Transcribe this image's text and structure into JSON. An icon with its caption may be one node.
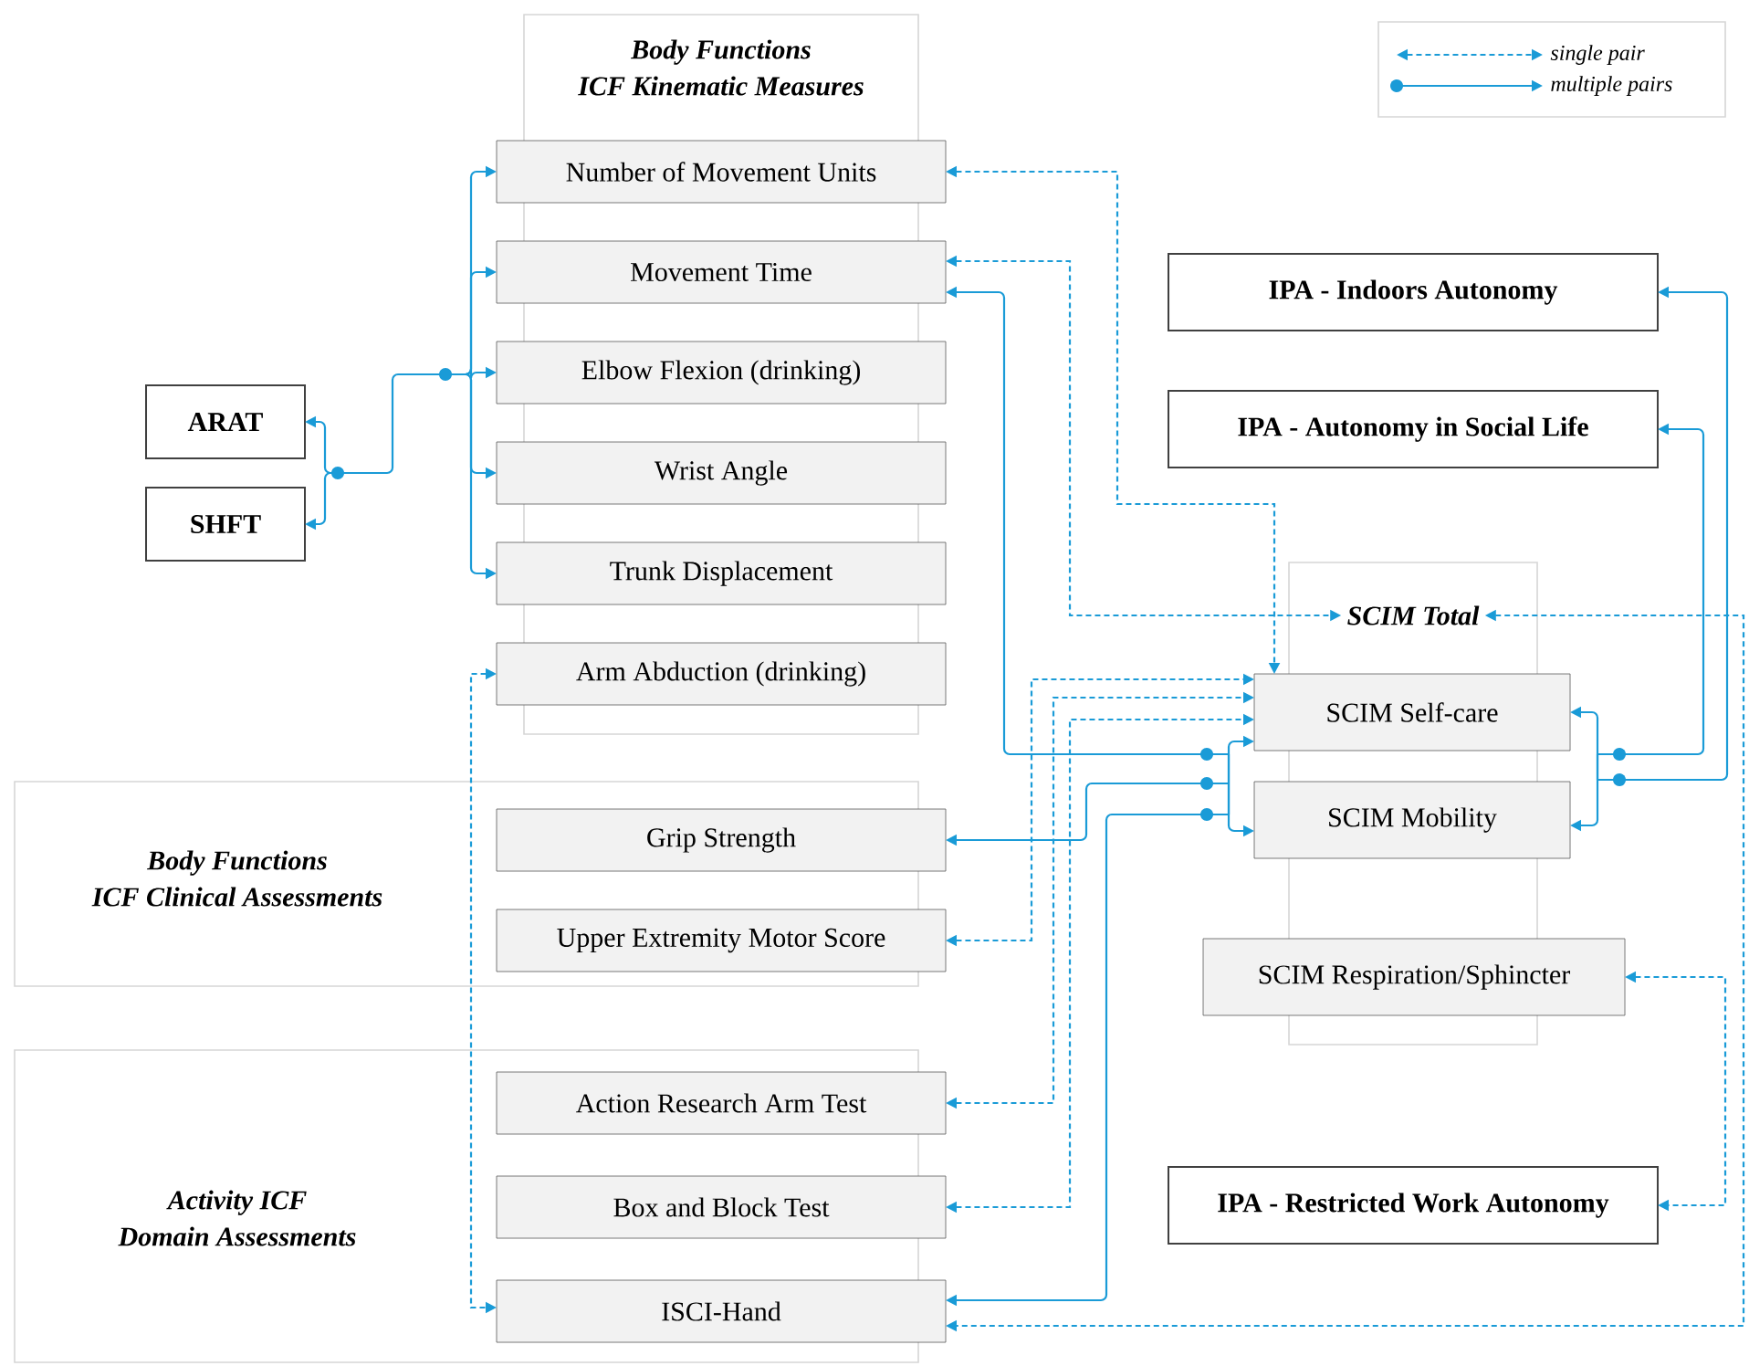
{
  "diagram": {
    "nodes": [
      {
        "text": [
          "Body Functions ICF Kinematic Measures"
        ]
      },
      {
        "text": [
          "Number of Movement Units"
        ]
      },
      {
        "text": [
          "Movement Time"
        ]
      },
      {
        "text": [
          "Elbow Flexion (drinking)"
        ]
      },
      {
        "text": [
          "Wrist Angle"
        ]
      },
      {
        "text": [
          "Trunk Displacement"
        ]
      },
      {
        "text": [
          "Arm Abduction (drinking)"
        ]
      },
      {
        "text": [
          "ARAT"
        ]
      },
      {
        "text": [
          "SHFT"
        ]
      },
      {
        "text": [
          "Body Functions ICF Clinical Assessments"
        ]
      },
      {
        "text": [
          "Grip Strength"
        ]
      },
      {
        "text": [
          "Upper Extremity Motor Score"
        ]
      },
      {
        "text": [
          "Activity ICF Domain Assessments"
        ]
      },
      {
        "text": [
          "Action Research Arm Test"
        ]
      },
      {
        "text": [
          "Box and Block Test"
        ]
      },
      {
        "text": [
          "ISCI-Hand"
        ]
      },
      {
        "text": [
          "IPA - Indoors Autonomy"
        ]
      },
      {
        "text": [
          "IPA - Autonomy in Social Life"
        ]
      },
      {
        "text": [
          "SCIM Total"
        ]
      },
      {
        "text": [
          "SCIM Self-care"
        ]
      },
      {
        "text": [
          "SCIM Mobility"
        ]
      },
      {
        "text": [
          "SCIM Respiration/Sphincter"
        ]
      },
      {
        "text": [
          "IPA - Restricted Work Autonomy"
        ]
      }
    ],
    "edges": [
      {
        "from": 7,
        "to": 1,
        "arrow": "both"
      },
      {
        "from": 7,
        "to": 2,
        "arrow": "both"
      },
      {
        "from": 7,
        "to": 3,
        "arrow": "both"
      },
      {
        "from": 7,
        "to": 4,
        "arrow": "both"
      },
      {
        "from": 7,
        "to": 5,
        "arrow": "both"
      },
      {
        "from": 8,
        "to": 1,
        "arrow": "both"
      },
      {
        "from": 8,
        "to": 2,
        "arrow": "both"
      },
      {
        "from": 8,
        "to": 3,
        "arrow": "both"
      },
      {
        "from": 8,
        "to": 4,
        "arrow": "both"
      },
      {
        "from": 8,
        "to": 5,
        "arrow": "both"
      },
      {
        "from": 1,
        "to": 19,
        "arrow": "both",
        "style": "dashed"
      },
      {
        "from": 2,
        "to": 18,
        "arrow": "both",
        "style": "dashed"
      },
      {
        "from": 2,
        "to": 19,
        "arrow": "both"
      },
      {
        "from": 2,
        "to": 20,
        "arrow": "both"
      },
      {
        "from": 10,
        "to": 19,
        "arrow": "both"
      },
      {
        "from": 10,
        "to": 20,
        "arrow": "both"
      },
      {
        "from": 15,
        "to": 19,
        "arrow": "both"
      },
      {
        "from": 15,
        "to": 20,
        "arrow": "both"
      },
      {
        "from": 11,
        "to": 19,
        "arrow": "both",
        "style": "dashed"
      },
      {
        "from": 13,
        "to": 19,
        "arrow": "both",
        "style": "dashed"
      },
      {
        "from": 14,
        "to": 19,
        "arrow": "both",
        "style": "dashed"
      },
      {
        "from": 18,
        "to": 15,
        "arrow": "both",
        "style": "dashed"
      },
      {
        "from": 6,
        "to": 15,
        "arrow": "both",
        "style": "dashed"
      },
      {
        "from": 21,
        "to": 22,
        "arrow": "both",
        "style": "dashed"
      },
      {
        "from": 19,
        "to": 17,
        "arrow": "both"
      },
      {
        "from": 20,
        "to": 17,
        "arrow": "both"
      },
      {
        "from": 19,
        "to": 16,
        "arrow": "both"
      },
      {
        "from": 20,
        "to": 16,
        "arrow": "both"
      }
    ],
    "legend": [
      {
        "text": "single pair"
      },
      {
        "text": "multiple pairs"
      }
    ]
  }
}
